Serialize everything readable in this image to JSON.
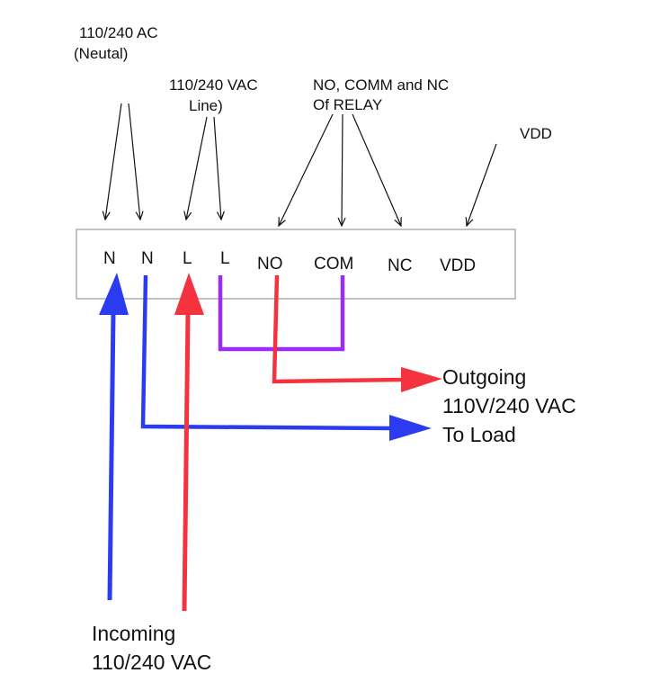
{
  "labels": {
    "neutral_ac_line1": "110/240 AC",
    "neutral_ac_line2": "(Neutal)",
    "line_vac_line1": "110/240 VAC",
    "line_vac_line2": "Line)",
    "relay_line1": "NO, COMM and NC",
    "relay_line2": "Of RELAY",
    "vdd": "VDD",
    "outgoing_line1": "Outgoing",
    "outgoing_line2": "110V/240 VAC",
    "outgoing_line3": "To Load",
    "incoming_line1": "Incoming",
    "incoming_line2": "110/240 VAC"
  },
  "terminals": [
    "N",
    "N",
    "L",
    "L",
    "NO",
    "COM",
    "NC",
    "VDD"
  ],
  "colors": {
    "neutral_wire": "#2b3cf0",
    "line_wire": "#f5333f",
    "jumper_wire": "#9a2cf5",
    "callout": "#111111",
    "block_border": "#9a9a9a"
  }
}
